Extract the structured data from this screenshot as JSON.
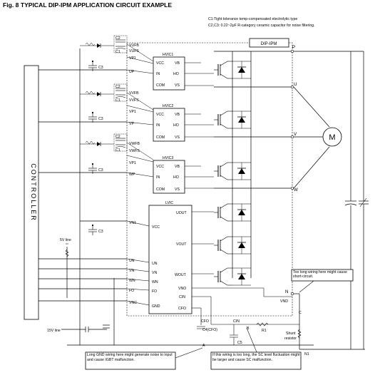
{
  "title": "Fig. 8  TYPICAL DIP-IPM APPLICATION CIRCUIT EXAMPLE",
  "notes": {
    "c1": "C1:Tight tolerance temp-compensated electrolytic type",
    "c2c3": "C2,C3: 0.22~2μF  R-category ceramic capacitor for noise filtering."
  },
  "controller": "CONTROLLER",
  "module": "DIP-IPM",
  "motor": "M",
  "hvics": [
    {
      "name": "HVIC1",
      "vcc": "VCC",
      "vb": "VB",
      "in": "IN",
      "ho": "HO",
      "com": "COM",
      "vs": "VS"
    },
    {
      "name": "HVIC2",
      "vcc": "VCC",
      "vb": "VB",
      "in": "IN",
      "ho": "HO",
      "com": "COM",
      "vs": "VS"
    },
    {
      "name": "HVIC3",
      "vcc": "VCC",
      "vb": "VB",
      "in": "IN",
      "ho": "HO",
      "com": "COM",
      "vs": "VS"
    }
  ],
  "lvic": {
    "name": "LVIC",
    "vcc": "VCC",
    "uout": "UOUT",
    "vout": "VOUT",
    "wout": "WOUT",
    "un": "UN",
    "vn": "VN",
    "wn": "WN",
    "fo": "FO",
    "gnd": "GND",
    "vno": "VNO",
    "cin": "CIN",
    "cfo": "CFO"
  },
  "pins": {
    "vufb": "VUFB",
    "vufs": "VUFS",
    "vp1_1": "VP1",
    "up": "UP",
    "vvfb": "VVFB",
    "vvfs": "VVFS",
    "vp1_2": "VP1",
    "vp": "VP",
    "vwfb": "VWFB",
    "vwfs": "VWFS",
    "vp1_3": "VP1",
    "wp": "WP",
    "vn1": "VN1",
    "un": "UN",
    "vn": "VN",
    "wn": "WN",
    "fo": "FO",
    "vnc": "VNC",
    "vnd": "VND",
    "cfo": "CFO",
    "cin": "CIN"
  },
  "terminals": {
    "p": "P",
    "u": "U",
    "v": "V",
    "w": "W",
    "n": "N"
  },
  "caps": {
    "c1": "C1",
    "c2": "C2",
    "c3": "C3",
    "c4": "C4(CFO)",
    "c5": "C5"
  },
  "labels": {
    "line5v": "5V line",
    "line15v": "15V line",
    "r1": "R1",
    "shunt1": "Shunt",
    "shunt2": "resistor",
    "a": "A",
    "b": "B",
    "c": "C",
    "n1": "N1"
  },
  "callouts": {
    "short": "Too long wiring here might cause short-circuit.",
    "gnd": "Long GND wiring here might generate noise to input and cause IGBT malfunction.",
    "sc": "If this wiring is too long, the SC level fluctuation might be larger and cause SC malfunction."
  }
}
